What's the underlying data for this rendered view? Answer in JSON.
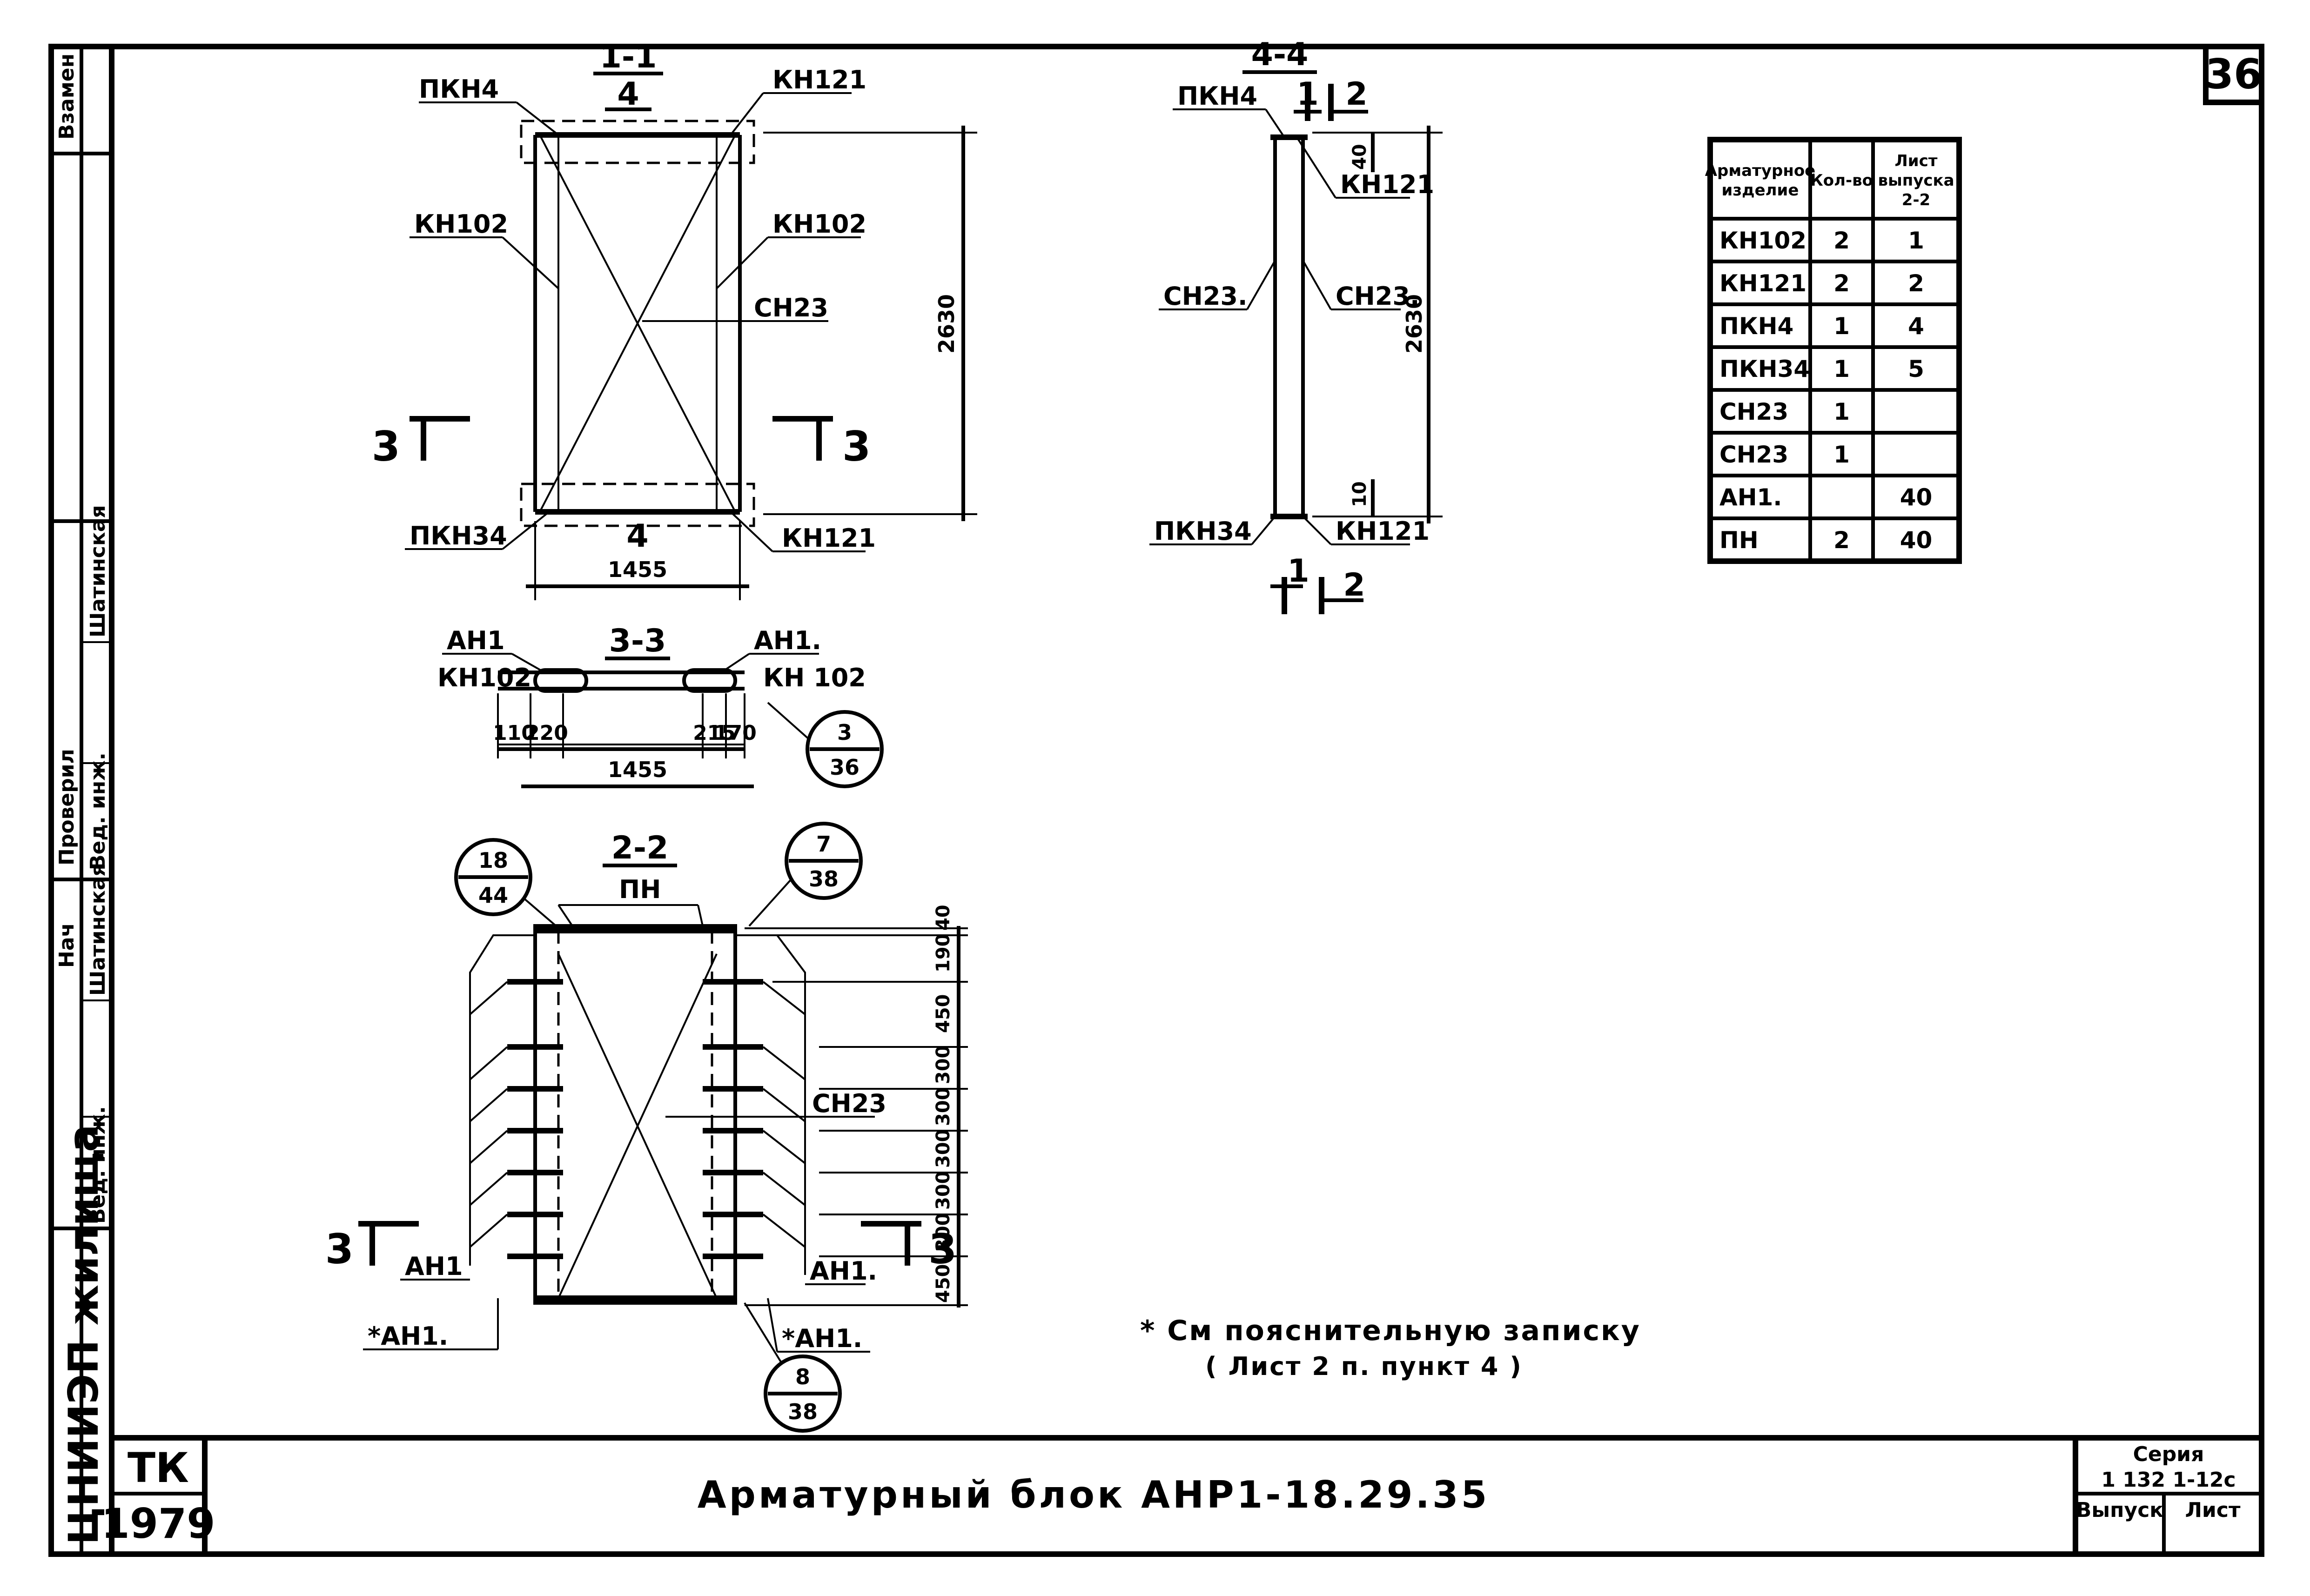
{
  "sheet": {
    "sheet_number": "36",
    "title": "Арматурный блок АНР1-18.29.35",
    "footnote_1": "* См пояснительную записку",
    "footnote_2": "( Лист 2 п. пункт 4 )"
  },
  "title_block": {
    "org": "ЦНИИЭП жилища",
    "code": "ТК",
    "year": "1979",
    "series_label": "Серия",
    "series_value": "1 132 1-12с",
    "issue_label": "Выпуск",
    "sheet_label": "Лист"
  },
  "left_strip": {
    "vzamen": "Взамен",
    "proveril": "Проверил",
    "ved_inzh_1": "Вед. инж.",
    "ved_inzh_2": "Вед. инж.",
    "name_1": "Шатинская",
    "name_2": "Шатинская",
    "lead": "Нач"
  },
  "view_1_1": {
    "section": "1-1",
    "marker_top": "4",
    "marker_bottom": "4",
    "dim_height": "2630",
    "dim_width": "1455",
    "labels": {
      "pkn4": "ПКН4",
      "kn121_top": "КН121",
      "kn102_left": "КН102",
      "kn102_right": "КН102",
      "sn23": "СН23",
      "pkn34": "ПКН34",
      "kn121_bottom": "КН121"
    },
    "cut_left": "3",
    "cut_right": "3"
  },
  "view_4_4": {
    "section": "4-4",
    "cut_top_1": "1",
    "cut_top_2": "2",
    "cut_bottom_1": "1",
    "cut_bottom_2": "2",
    "dim_height": "2630",
    "dim_top": "40",
    "dim_bottom": "10",
    "labels": {
      "pkn4": "ПКН4",
      "kn121_top": "КН121",
      "sn23_left": "СН23.",
      "sn23_right": "СН23.",
      "pkn34": "ПКН34",
      "kn121_bottom": "КН121"
    }
  },
  "view_3_3": {
    "section": "3-3",
    "dim_total": "1455",
    "dims": [
      "110",
      "220",
      "215",
      "170"
    ],
    "labels": {
      "an1_left": "АН1",
      "an1_right": "АН1.",
      "kn102_left": "КН102",
      "kn102_right": "КН 102"
    },
    "callout_top": "3",
    "callout_bottom": "36"
  },
  "view_2_2": {
    "section": "2-2",
    "label_pn": "ПН",
    "label_sn23": "СН23",
    "label_an1_left": "АН1",
    "label_an1_right": "АН1.",
    "label_an1_star_left": "*АН1.",
    "label_an1_star_right": "*АН1.",
    "callout_left_top": "18",
    "callout_left_bottom": "44",
    "callout_right_top": "7",
    "callout_right_bottom": "38",
    "callout_low_top": "8",
    "callout_low_bottom": "38",
    "cut_left": "3",
    "cut_right": "3",
    "dims": [
      "40",
      "190",
      "450",
      "300",
      "300",
      "300",
      "300",
      "300",
      "450"
    ]
  },
  "spec_table": {
    "headers": [
      "Арматурное изделие",
      "Кол-во",
      "Лист выпуска 2-2"
    ],
    "rows": [
      [
        "КН102",
        "2",
        "1"
      ],
      [
        "КН121",
        "2",
        "2"
      ],
      [
        "ПКН4",
        "1",
        "4"
      ],
      [
        "ПКН34",
        "1",
        "5"
      ],
      [
        "СН23",
        "1",
        ""
      ],
      [
        "СН23",
        "1",
        ""
      ],
      [
        "АН1.",
        "",
        "40"
      ],
      [
        "ПН",
        "2",
        "40"
      ]
    ]
  }
}
